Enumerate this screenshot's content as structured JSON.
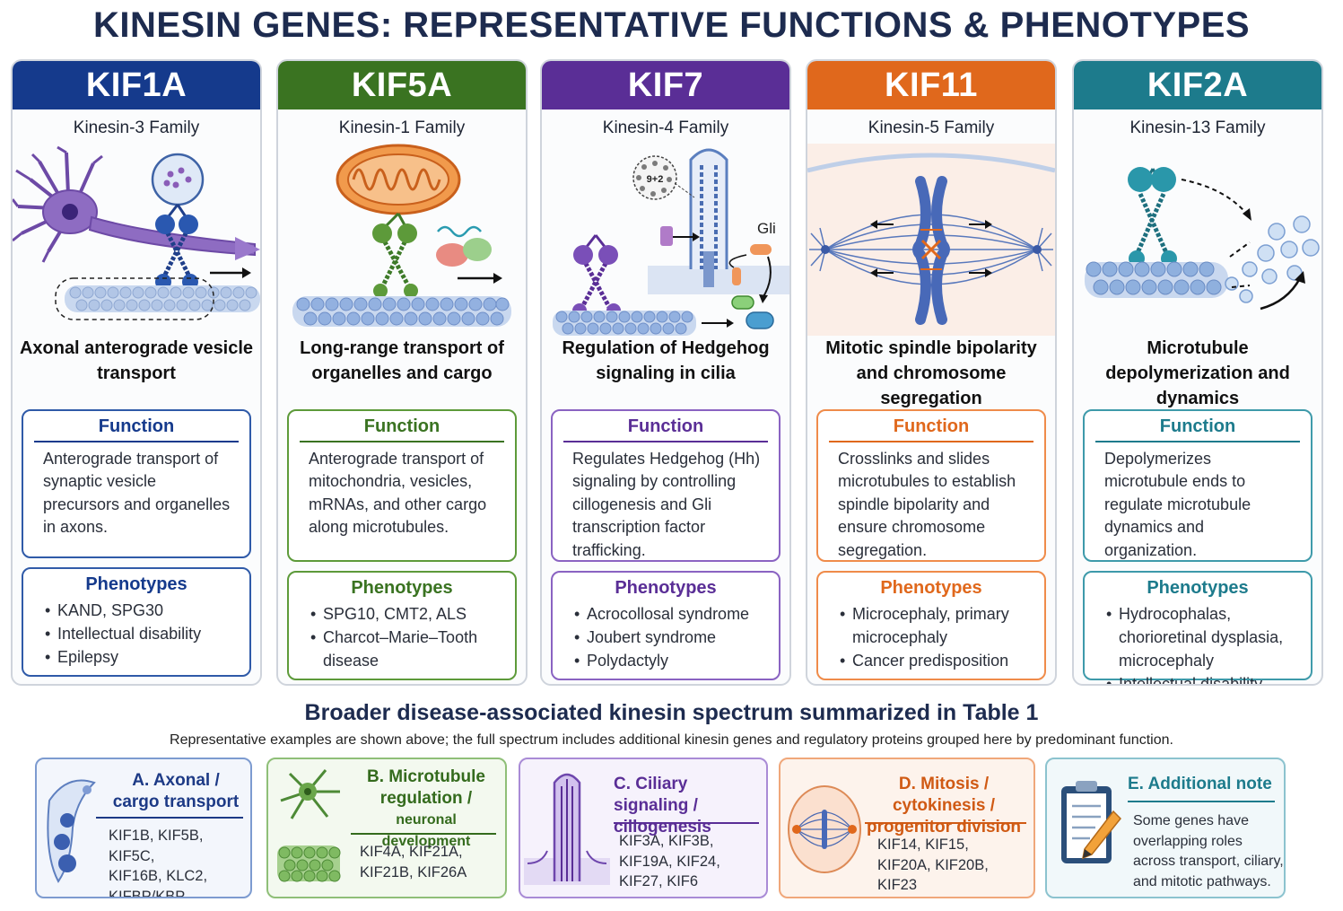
{
  "title": "KINESIN GENES: REPRESENTATIVE FUNCTIONS & PHENOTYPES",
  "colors": {
    "kif1a": "#153a8c",
    "kif5a": "#3a7321",
    "kif7": "#5a2e96",
    "kif11": "#e0681c",
    "kif2a": "#1d7b8c"
  },
  "cards": [
    {
      "gene": "KIF1A",
      "family": "Kinesin-3 Family",
      "role": "Axonal anterograde vesicle transport",
      "function_heading": "Function",
      "function": "Anterograde transport of synaptic vesicle precursors and organelles in axons.",
      "phenotypes_heading": "Phenotypes",
      "phenotypes": [
        "KAND, SPG30",
        "Intellectual disability",
        "Epilepsy"
      ]
    },
    {
      "gene": "KIF5A",
      "family": "Kinesin-1 Family",
      "role": "Long-range transport of organelles and cargo",
      "function_heading": "Function",
      "function": "Anterograde transport of mitochondria, vesicles, mRNAs, and other cargo along microtubules.",
      "phenotypes_heading": "Phenotypes",
      "phenotypes": [
        "SPG10, CMT2, ALS",
        "Charcot–Marie–Tooth disease"
      ]
    },
    {
      "gene": "KIF7",
      "family": "Kinesin-4 Family",
      "role": "Regulation of Hedgehog signaling in cilia",
      "function_heading": "Function",
      "function": "Regulates Hedgehog (Hh) signaling by controlling cillogenesis and Gli transcription factor trafficking.",
      "phenotypes_heading": "Phenotypes",
      "phenotypes": [
        "Acrocollosal syndrome",
        "Joubert syndrome",
        "Polydactyly"
      ],
      "labels": {
        "axoneme": "9+2",
        "gli": "Gli"
      }
    },
    {
      "gene": "KIF11",
      "family": "Kinesin-5 Family",
      "role": "Mitotic spindle bipolarity and chromosome segregation",
      "function_heading": "Function",
      "function": "Crosslinks and slides microtubules to establish spindle bipolarity and ensure chromosome segregation.",
      "phenotypes_heading": "Phenotypes",
      "phenotypes": [
        "Microcephaly, primary microcephaly",
        "Cancer predisposition"
      ]
    },
    {
      "gene": "KIF2A",
      "family": "Kinesin-13 Family",
      "role": "Microtubule depolymerization and dynamics",
      "function_heading": "Function",
      "function": "Depolymerizes microtubule ends to regulate microtubule dynamics and organization.",
      "phenotypes_heading": "Phenotypes",
      "phenotypes": [
        "Hydrocophalas, chorioretinal dysplasia, microcephaly",
        "Intellectual disability"
      ]
    }
  ],
  "spectrum": {
    "title": "Broader disease-associated kinesin spectrum summarized in Table 1",
    "description": "Representative examples are shown above; the full spectrum includes additional kinesin genes and regulatory proteins grouped here by predominant function.",
    "categories": [
      {
        "title_line1": "A. Axonal /",
        "title_line2": "cargo transport",
        "genes_line1": "KIF1B, KIF5B, KIF5C,",
        "genes_line2": "KIF16B, KLC2,",
        "genes_line3": "KIFBP/KBP"
      },
      {
        "title_line1": "B. Microtubule",
        "title_line2": "regulation /",
        "title_line3": "neuronal development",
        "genes_line1": "KIF4A, KIF21A,",
        "genes_line2": "KIF21B,  KIF26A"
      },
      {
        "title_line1": "C. Ciliary signaling /",
        "title_line2": "cillogenesis",
        "genes_line1": "KIF3A, KIF3B,",
        "genes_line2": "KIF19A, KIF24,",
        "genes_line3": "KIF27, KIF6"
      },
      {
        "title_line1": "D. Mitosis / cytokinesis /",
        "title_line2": "progenitor division",
        "genes_line1": "KIF14, KIF15,",
        "genes_line2": "KIF20A, KIF20B,",
        "genes_line3": "KIF23"
      },
      {
        "title_line1": "E. Additional note",
        "note_line1": "Some genes have",
        "note_line2": "overlapping roles",
        "note_line3": "across transport, ciliary,",
        "note_line4": "and mitotic pathways."
      }
    ]
  }
}
